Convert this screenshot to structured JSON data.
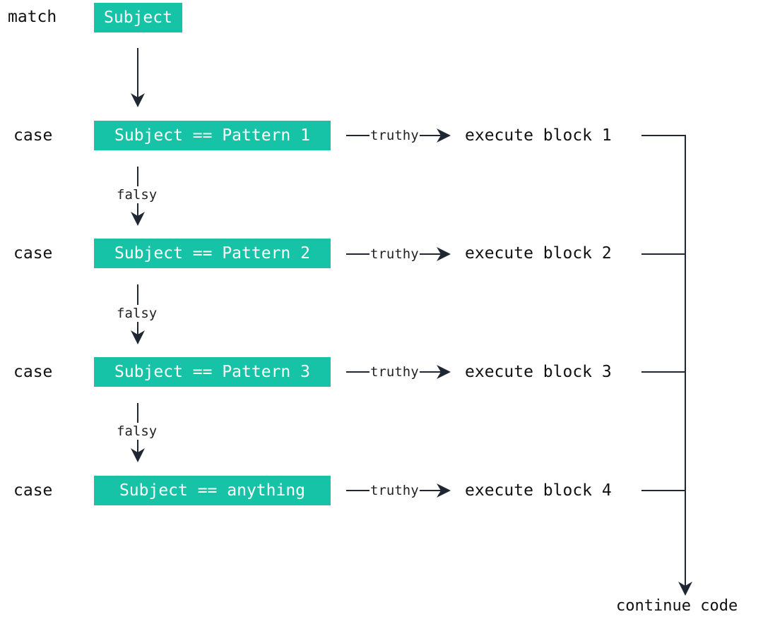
{
  "match_keyword": "match",
  "subject_label": "Subject",
  "cases": [
    {
      "keyword": "case",
      "condition": "Subject == Pattern 1",
      "edge_true": "truthy",
      "edge_false": "falsy",
      "action": "execute block 1"
    },
    {
      "keyword": "case",
      "condition": "Subject == Pattern 2",
      "edge_true": "truthy",
      "edge_false": "falsy",
      "action": "execute block 2"
    },
    {
      "keyword": "case",
      "condition": "Subject == Pattern 3",
      "edge_true": "truthy",
      "edge_false": "falsy",
      "action": "execute block 3"
    },
    {
      "keyword": "case",
      "condition": "Subject == anything",
      "edge_true": "truthy",
      "action": "execute block 4"
    }
  ],
  "end_label": "continue code",
  "colors": {
    "box_fill": "#17c3a6",
    "box_text": "#ffffff",
    "line": "#1f2733"
  }
}
